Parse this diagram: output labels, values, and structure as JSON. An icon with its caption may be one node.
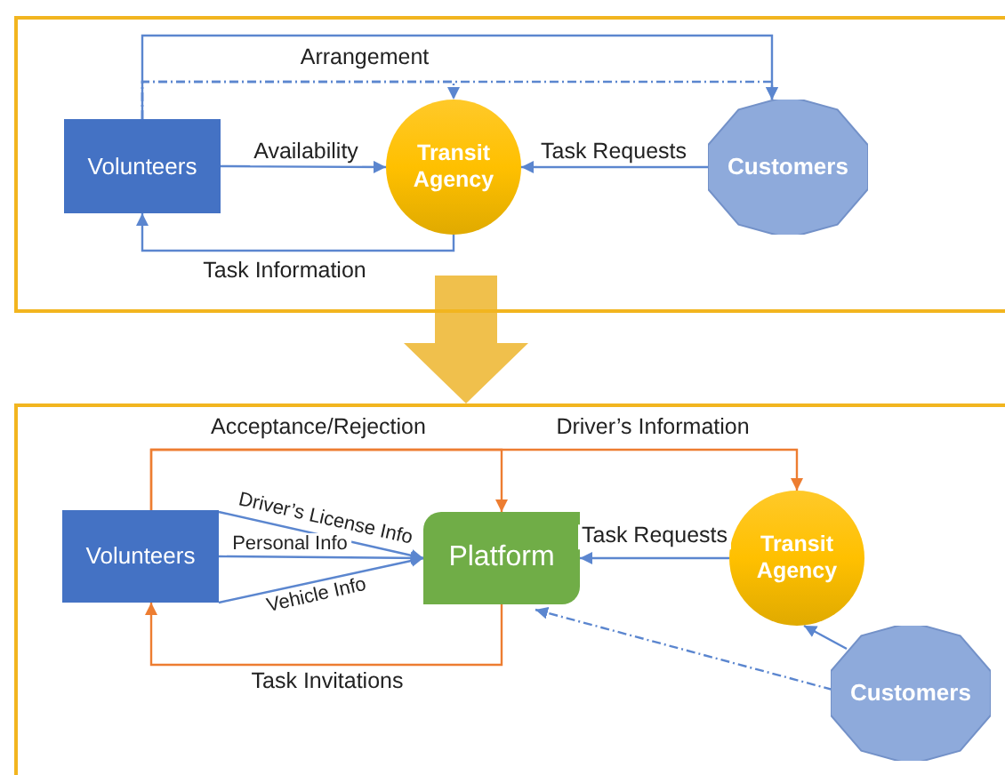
{
  "diagram": {
    "nodes": [
      {
        "text": [],
        "shape": "box"
      },
      {
        "text": [
          "Volunteers"
        ],
        "in": 0
      },
      {
        "text": [
          "Transit Agency"
        ],
        "in": 0
      },
      {
        "text": [
          "Customers"
        ],
        "in": 0
      },
      {
        "text": [],
        "shape": "box"
      },
      {
        "text": [
          "Volunteers"
        ],
        "in": 4
      },
      {
        "text": [
          "Platform"
        ],
        "in": 4
      },
      {
        "text": [
          "Transit Agency"
        ],
        "in": 4
      },
      {
        "text": [
          "Customers"
        ],
        "in": 4
      }
    ],
    "edges": [
      {
        "from": 1,
        "to": 3,
        "arrow": "to",
        "label": "Arrangement"
      },
      {
        "from": 1,
        "to": 2,
        "arrow": "to",
        "style": "dashed"
      },
      {
        "from": 1,
        "to": 3,
        "arrow": "to",
        "style": "dashed"
      },
      {
        "from": 1,
        "to": 2,
        "arrow": "to",
        "label": "Availability"
      },
      {
        "from": 3,
        "to": 2,
        "arrow": "to",
        "label": "Task Requests"
      },
      {
        "from": 2,
        "to": 1,
        "arrow": "to",
        "label": "Task Information"
      },
      {
        "from": 0,
        "to": 4,
        "arrow": "to",
        "style": "thick",
        "color": "#f0c04c"
      },
      {
        "from": 5,
        "to": 6,
        "arrow": "to",
        "label": "Driver’s License Info"
      },
      {
        "from": 5,
        "to": 6,
        "arrow": "to",
        "label": "Personal Info"
      },
      {
        "from": 5,
        "to": 6,
        "arrow": "to",
        "label": "Vehicle Info"
      },
      {
        "from": 5,
        "to": 6,
        "arrow": "to",
        "label": "Acceptance/Rejection",
        "color": "#ed7d31"
      },
      {
        "from": 5,
        "to": 7,
        "arrow": "to",
        "label": "Driver’s Information",
        "color": "#ed7d31"
      },
      {
        "from": 6,
        "to": 5,
        "arrow": "to",
        "label": "Task Invitations",
        "color": "#ed7d31"
      },
      {
        "from": 7,
        "to": 6,
        "arrow": "to",
        "label": "Task Requests"
      },
      {
        "from": 8,
        "to": 7,
        "arrow": "to"
      },
      {
        "from": 8,
        "to": 6,
        "arrow": "to",
        "style": "dashed"
      }
    ]
  }
}
